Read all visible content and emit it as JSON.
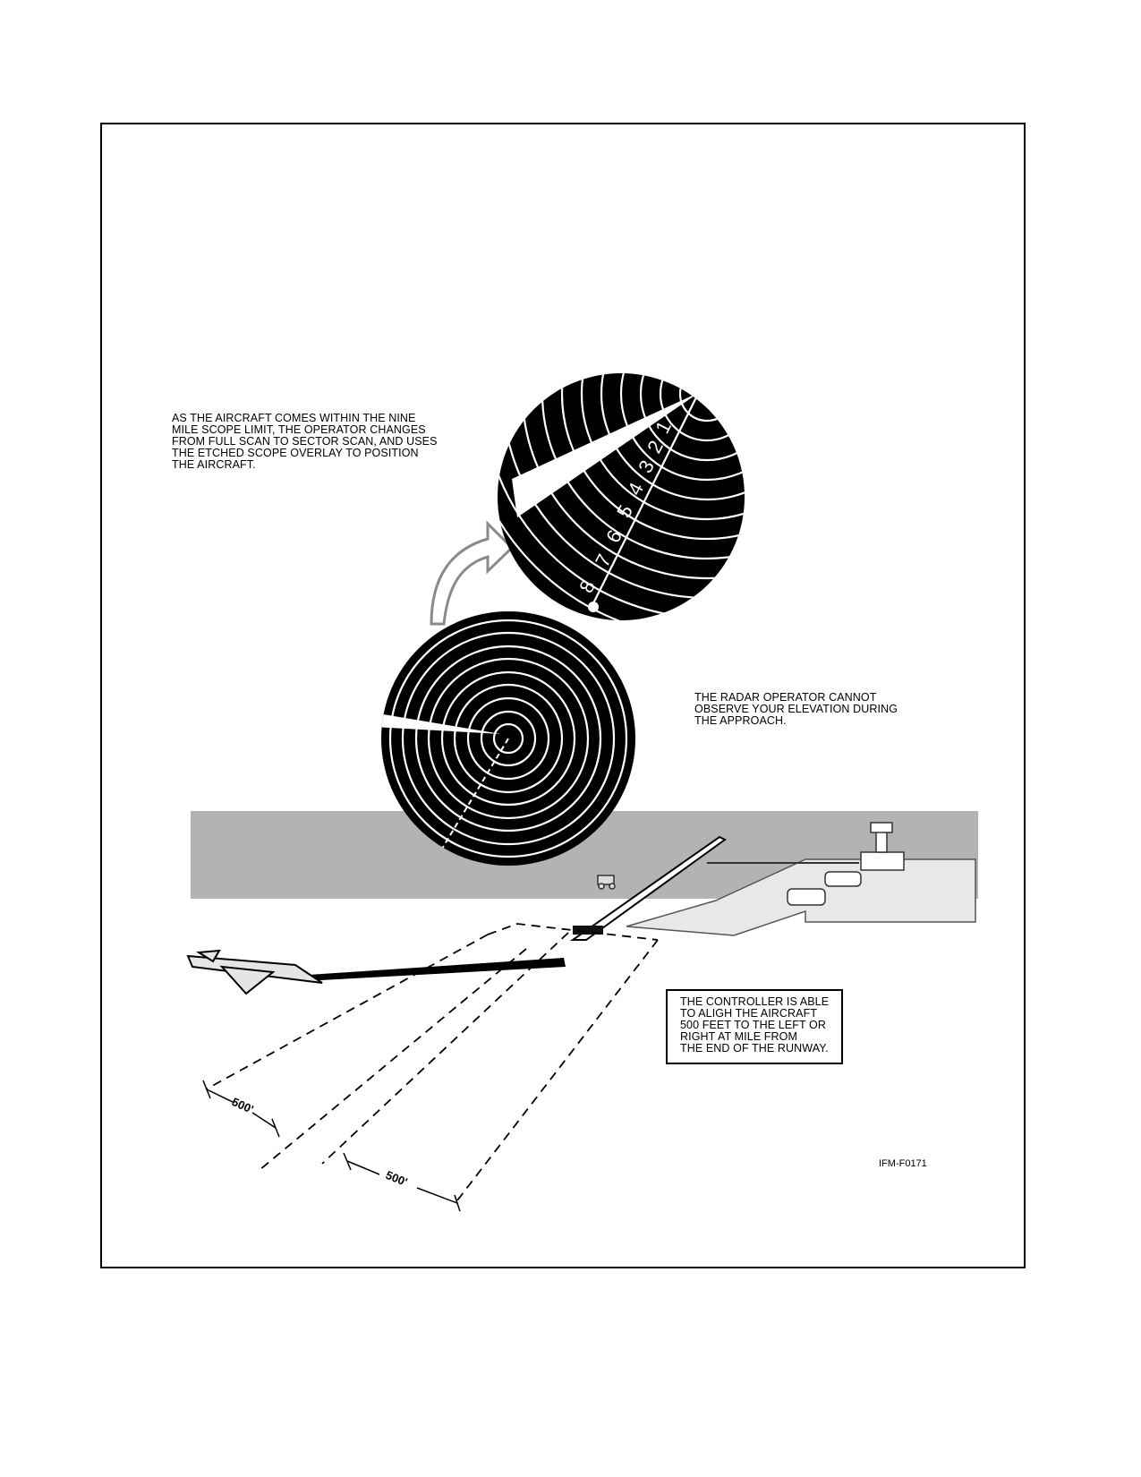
{
  "captions": {
    "scope_limit": "AS THE AIRCRAFT COMES WITHIN THE NINE\nMILE SCOPE LIMIT, THE OPERATOR CHANGES\nFROM FULL SCAN TO SECTOR SCAN, AND USES\nTHE ETCHED SCOPE OVERLAY TO POSITION\nTHE AIRCRAFT.",
    "elevation": "THE RADAR OPERATOR CANNOT\nOBSERVE YOUR ELEVATION DURING\nTHE APPROACH.",
    "controller": "THE CONTROLLER IS ABLE\nTO ALIGH THE AIRCRAFT\n500 FEET TO THE LEFT OR\nRIGHT AT  MILE FROM\nTHE END OF THE RUNWAY."
  },
  "scope_overlay_marks": [
    "1",
    "2",
    "3",
    "4",
    "5",
    "6",
    "7",
    "8"
  ],
  "dimensions": {
    "upper": "500'",
    "lower": "500'"
  },
  "figure_id": "IFM-F0171",
  "colors": {
    "ink": "#000000",
    "ground": "#b3b3b3",
    "arrow_outline": "#8a8a8a"
  }
}
